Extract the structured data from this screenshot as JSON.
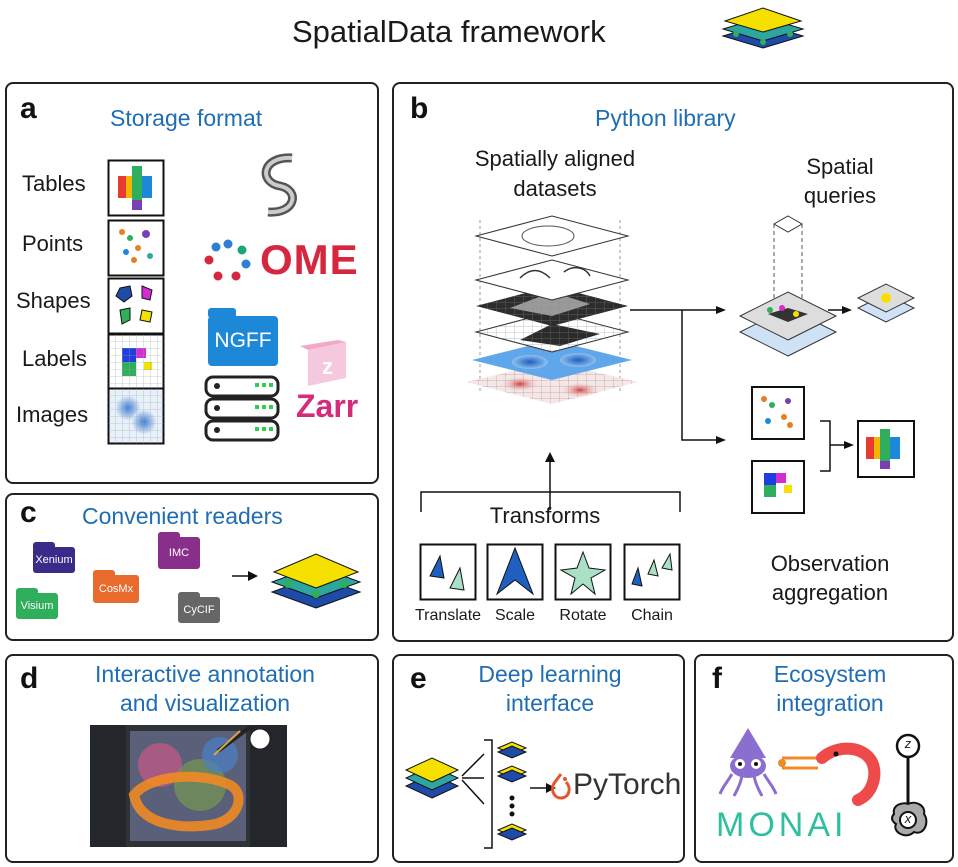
{
  "header": {
    "title": "SpatialData framework"
  },
  "panels": {
    "a": {
      "letter": "a",
      "title": "Storage format",
      "elements": [
        "Tables",
        "Points",
        "Shapes",
        "Labels",
        "Images"
      ],
      "logos": {
        "ome": "OME",
        "ngff": "NGFF",
        "zarr": "Zarr"
      }
    },
    "b": {
      "letter": "b",
      "title": "Python library",
      "aligned": [
        "Spatially aligned",
        "datasets"
      ],
      "queries": [
        "Spatial",
        "queries"
      ],
      "transforms_title": "Transforms",
      "transforms": [
        "Translate",
        "Scale",
        "Rotate",
        "Chain"
      ],
      "aggregation": [
        "Observation",
        "aggregation"
      ]
    },
    "c": {
      "letter": "c",
      "title": "Convenient readers",
      "folders": [
        "Xenium",
        "IMC",
        "Visium",
        "CosMx",
        "CyCIF"
      ]
    },
    "d": {
      "letter": "d",
      "title": [
        "Interactive annotation",
        "and visualization"
      ]
    },
    "e": {
      "letter": "e",
      "title": [
        "Deep learning",
        "interface"
      ],
      "logo": "PyTorch"
    },
    "f": {
      "letter": "f",
      "title": [
        "Ecosystem",
        "integration"
      ],
      "logo": "MONAI",
      "node_z": "z",
      "node_x": "x"
    }
  },
  "colors": {
    "accent": "#1f6db3",
    "yellow": "#f5e000",
    "green": "#2fae5b",
    "blue": "#1e88d8",
    "zarr": "#d62b7a"
  }
}
